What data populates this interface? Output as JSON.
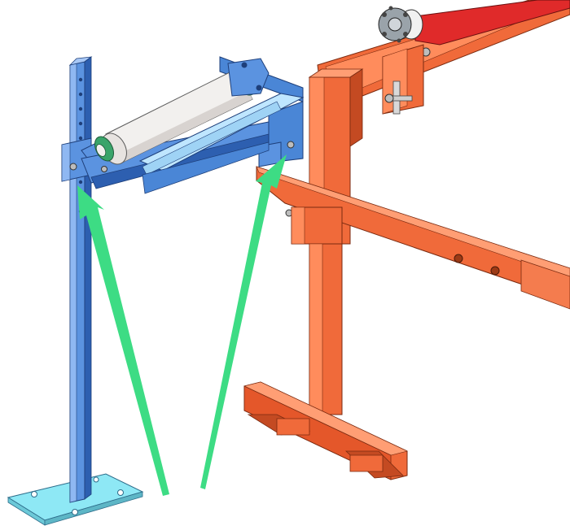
{
  "figure": {
    "description_visible_text": [],
    "colors": {
      "blue_frame": "#5b93e0",
      "blue_frame_dark": "#2d5fb0",
      "blue_frame_light": "#8fb8f2",
      "base_plate": "#8ee8f5",
      "roller_body": "#f2f0ee",
      "roller_shade": "#d8d3d0",
      "roller_caps": "#3aa46a",
      "tray": "#bfe6ff",
      "orange_frame": "#f06a3a",
      "orange_frame_dark": "#c44a22",
      "orange_frame_light": "#ff8c5c",
      "red_roller": "#e02a2a",
      "arrows": "#3ddc84"
    },
    "parts": [
      "blue-roller-stand",
      "orange-machine-frame",
      "green-arrows"
    ]
  }
}
